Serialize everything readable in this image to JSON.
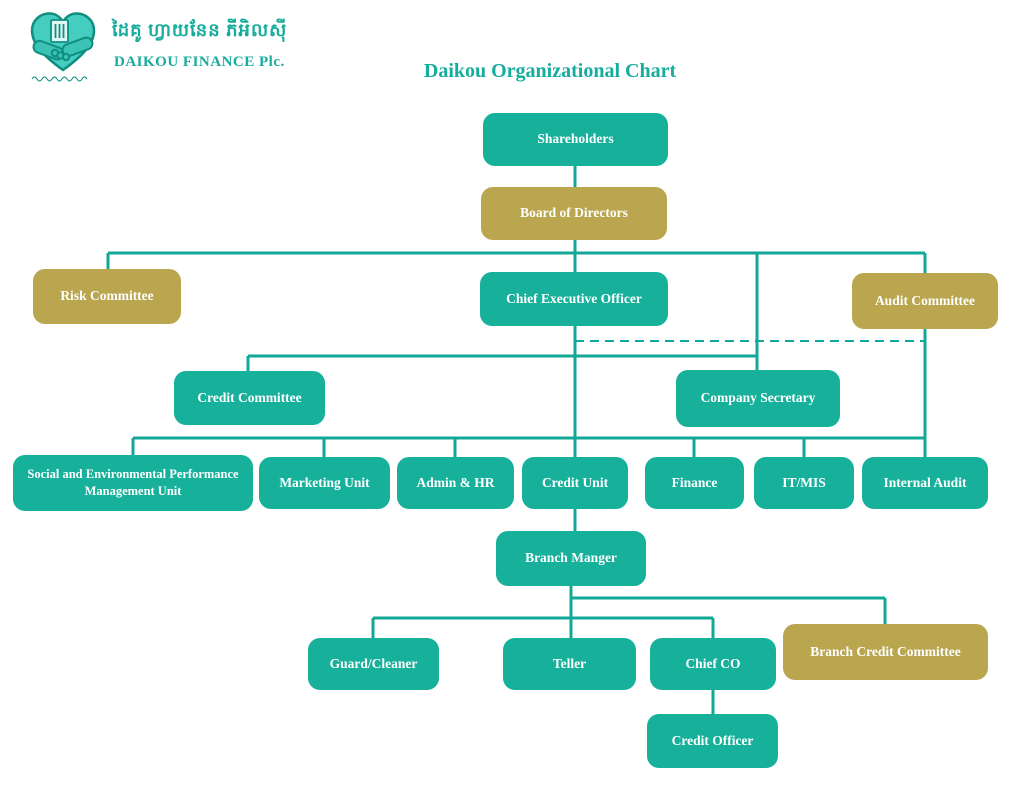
{
  "page": {
    "background": "#ffffff"
  },
  "header": {
    "logo": {
      "icon": "heart-handshake-logo",
      "company_name_khmer": "ដៃគូ ហ្វាយនែន ភីអិលស៊ី",
      "company_name_en": "DAIKOU FINANCE Plc."
    },
    "title": "Daikou Organizational Chart"
  },
  "colors": {
    "teal_box": "#16B09B",
    "gold_box": "#B9A64F",
    "connector_line": "#12A796",
    "heading_text": "#16AD9C",
    "box_text": "#FFFFFF"
  },
  "org": {
    "nodes": {
      "shareholders": {
        "label": "Shareholders",
        "color": "teal"
      },
      "board_of_directors": {
        "label": "Board of Directors",
        "color": "gold"
      },
      "risk_committee": {
        "label": "Risk Committee",
        "color": "gold"
      },
      "chief_executive_officer": {
        "label": "Chief Executive Officer",
        "color": "teal"
      },
      "audit_committee": {
        "label": "Audit Committee",
        "color": "gold"
      },
      "credit_committee": {
        "label": "Credit Committee",
        "color": "teal"
      },
      "company_secretary": {
        "label": "Company Secretary",
        "color": "teal"
      },
      "sepmu": {
        "label": "Social and Environmental Performance Management Unit",
        "color": "teal"
      },
      "marketing_unit": {
        "label": "Marketing Unit",
        "color": "teal"
      },
      "admin_hr": {
        "label": "Admin & HR",
        "color": "teal"
      },
      "credit_unit": {
        "label": "Credit Unit",
        "color": "teal"
      },
      "finance": {
        "label": "Finance",
        "color": "teal"
      },
      "it_mis": {
        "label": "IT/MIS",
        "color": "teal"
      },
      "internal_audit": {
        "label": "Internal Audit",
        "color": "teal"
      },
      "branch_manager": {
        "label": "Branch Manger",
        "color": "teal"
      },
      "guard_cleaner": {
        "label": "Guard/Cleaner",
        "color": "teal"
      },
      "teller": {
        "label": "Teller",
        "color": "teal"
      },
      "chief_co": {
        "label": "Chief CO",
        "color": "teal"
      },
      "branch_credit_committee": {
        "label": "Branch Credit Committee",
        "color": "gold"
      },
      "credit_officer": {
        "label": "Credit Officer",
        "color": "teal"
      }
    },
    "edges": [
      {
        "from": "shareholders",
        "to": "board_of_directors",
        "style": "solid"
      },
      {
        "from": "board_of_directors",
        "to": "risk_committee",
        "style": "solid"
      },
      {
        "from": "board_of_directors",
        "to": "chief_executive_officer",
        "style": "solid"
      },
      {
        "from": "board_of_directors",
        "to": "audit_committee",
        "style": "solid"
      },
      {
        "from": "board_of_directors",
        "to": "company_secretary",
        "style": "solid"
      },
      {
        "from": "chief_executive_officer",
        "to": "credit_committee",
        "style": "solid"
      },
      {
        "from": "chief_executive_officer",
        "to": "audit_committee",
        "style": "dashed"
      },
      {
        "from": "chief_executive_officer",
        "to": "sepmu",
        "style": "solid"
      },
      {
        "from": "chief_executive_officer",
        "to": "marketing_unit",
        "style": "solid"
      },
      {
        "from": "chief_executive_officer",
        "to": "admin_hr",
        "style": "solid"
      },
      {
        "from": "chief_executive_officer",
        "to": "credit_unit",
        "style": "solid"
      },
      {
        "from": "chief_executive_officer",
        "to": "finance",
        "style": "solid"
      },
      {
        "from": "chief_executive_officer",
        "to": "it_mis",
        "style": "solid"
      },
      {
        "from": "audit_committee",
        "to": "internal_audit",
        "style": "solid"
      },
      {
        "from": "credit_unit",
        "to": "branch_manager",
        "style": "solid"
      },
      {
        "from": "branch_manager",
        "to": "guard_cleaner",
        "style": "solid"
      },
      {
        "from": "branch_manager",
        "to": "teller",
        "style": "solid"
      },
      {
        "from": "branch_manager",
        "to": "chief_co",
        "style": "solid"
      },
      {
        "from": "branch_manager",
        "to": "branch_credit_committee",
        "style": "solid"
      },
      {
        "from": "chief_co",
        "to": "credit_officer",
        "style": "solid"
      }
    ]
  }
}
